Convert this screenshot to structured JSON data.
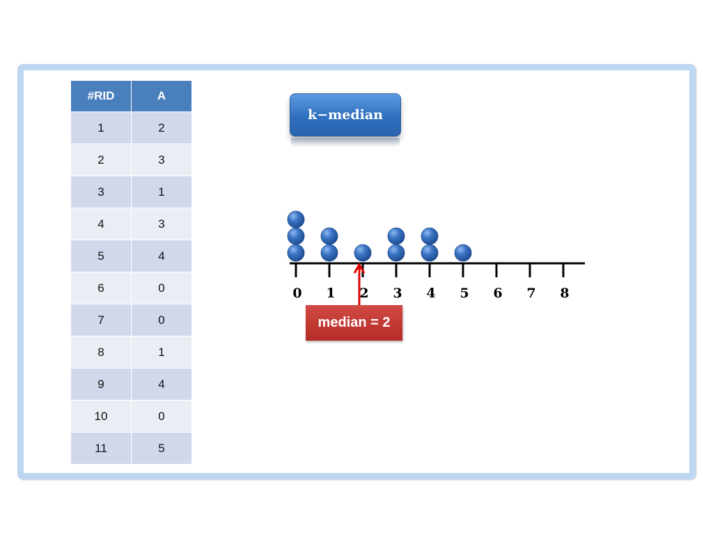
{
  "table": {
    "headers": [
      "#RID",
      "A"
    ],
    "rows": [
      [
        "1",
        "2"
      ],
      [
        "2",
        "3"
      ],
      [
        "3",
        "1"
      ],
      [
        "4",
        "3"
      ],
      [
        "5",
        "4"
      ],
      [
        "6",
        "0"
      ],
      [
        "7",
        "0"
      ],
      [
        "8",
        "1"
      ],
      [
        "9",
        "4"
      ],
      [
        "10",
        "0"
      ],
      [
        "11",
        "5"
      ]
    ]
  },
  "button": {
    "label": "k−median"
  },
  "number_line": {
    "ticks": [
      "0",
      "1",
      "2",
      "3",
      "4",
      "5",
      "6",
      "7",
      "8"
    ],
    "values": [
      2,
      3,
      1,
      3,
      4,
      0,
      0,
      1,
      4,
      0,
      5
    ]
  },
  "median": {
    "label": "median = 2",
    "value": 2
  },
  "colors": {
    "header": "#4a7fbe",
    "row_odd": "#d0d8e9",
    "row_even": "#e9edf4",
    "dot": "#3b74c4",
    "median_box": "#c0392b",
    "arrow": "#e00000"
  }
}
